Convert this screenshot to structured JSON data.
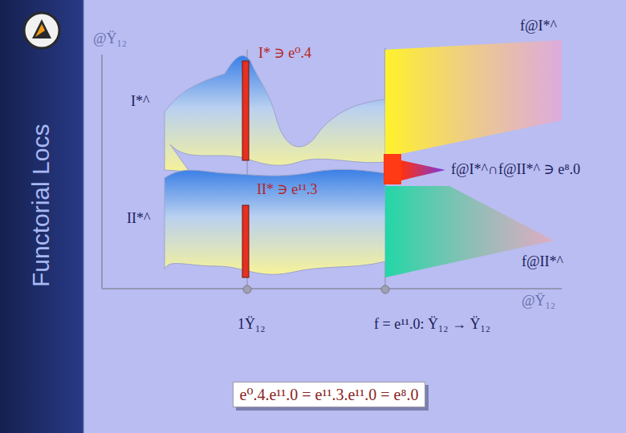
{
  "diagram": {
    "title": "Functorial Locs",
    "nodes": [
      {
        "text": [
          "e⁰.4.e¹¹.0 = e¹¹.3.e¹¹.0 = e⁸.0"
        ]
      }
    ],
    "labels": [
      "@Ÿ₁₂",
      "I* ∋ e⁰.4",
      "f@I*^",
      "I*^",
      "f@I*^∩f@II*^ ∋ e⁸.0",
      "II* ∋ e¹¹.3",
      "II*^",
      "f@II*^",
      "@Ÿ₁₂",
      "1Ÿ₁₂",
      "f = e¹¹.0: Ÿ₁₂ → Ÿ₁₂"
    ]
  }
}
